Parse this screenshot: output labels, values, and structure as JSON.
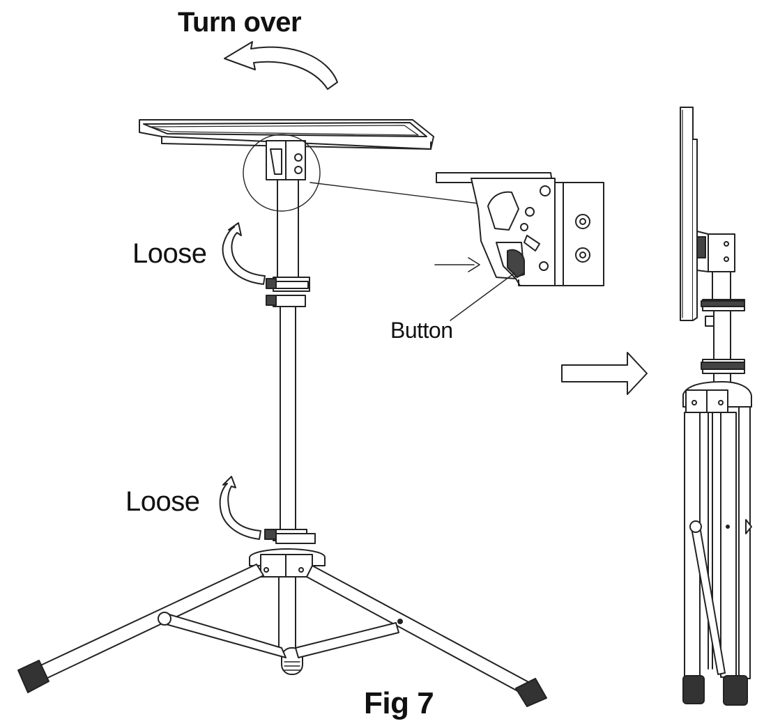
{
  "labels": {
    "turn_over": "Turn over",
    "loose_top": "Loose",
    "loose_bottom": "Loose",
    "button": "Button",
    "caption": "Fig 7"
  },
  "colors": {
    "line": "#222222",
    "fill": "#ffffff",
    "knob": "#333333"
  }
}
